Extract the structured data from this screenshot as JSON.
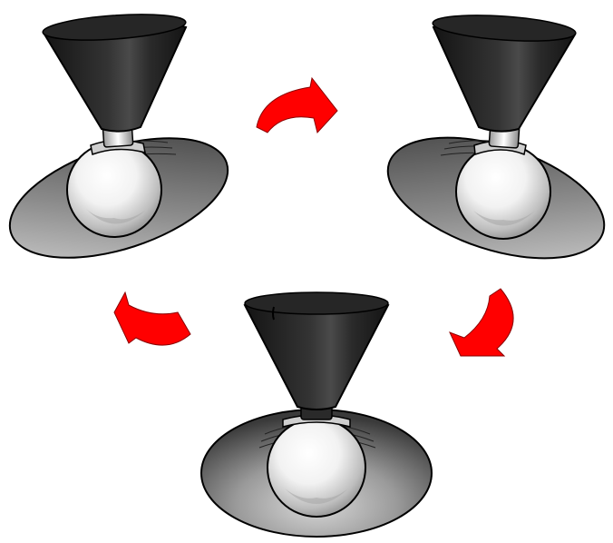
{
  "diagram": {
    "lamps": [
      {
        "id": "top-left",
        "tilt": "left"
      },
      {
        "id": "top-right",
        "tilt": "right"
      },
      {
        "id": "bottom-center",
        "tilt": "straight"
      }
    ],
    "arrows": [
      {
        "id": "top",
        "direction": "clockwise",
        "from": "top-left",
        "to": "top-right"
      },
      {
        "id": "right",
        "direction": "clockwise",
        "from": "top-right",
        "to": "bottom-center"
      },
      {
        "id": "left",
        "direction": "clockwise",
        "from": "bottom-center",
        "to": "top-left"
      }
    ],
    "colors": {
      "background": "#ffffff",
      "shade_dark": "#1e1e1e",
      "shade_mid": "#3c3c3c",
      "reflector_light": "#b5b5b5",
      "reflector_dark": "#505050",
      "bulb_light": "#ffffff",
      "bulb_shadow": "#9a9a9a",
      "arrow_red": "#ff0000",
      "outline": "#000000"
    }
  }
}
